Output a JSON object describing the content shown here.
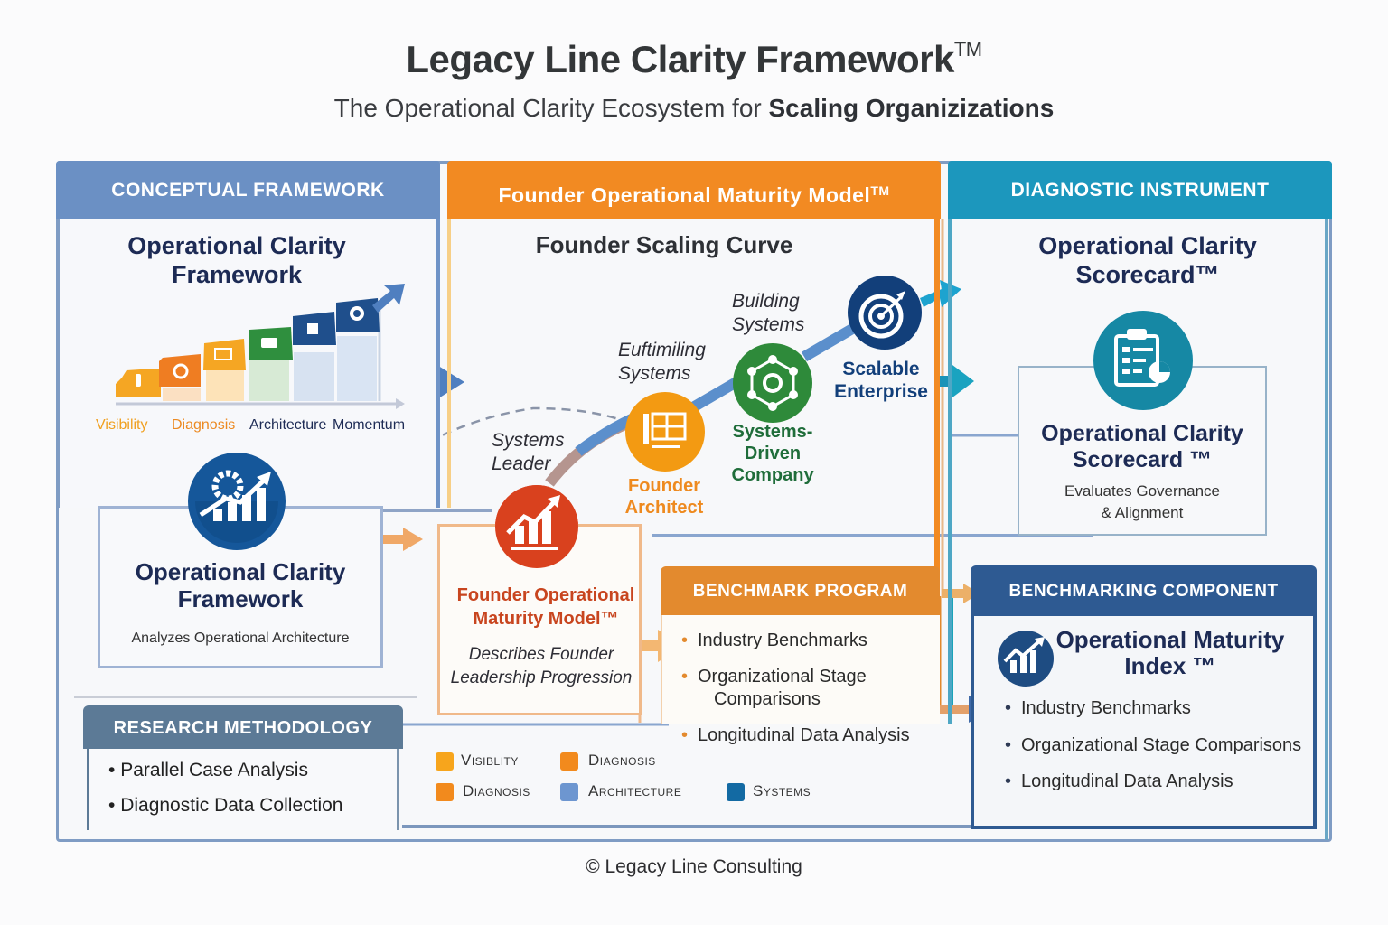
{
  "header": {
    "title": "Legacy Line Clarity Framework",
    "title_mark": "TM",
    "subtitle_plain": "The Operational Clarity Ecosystem for ",
    "subtitle_bold": "Scaling Organizizations"
  },
  "conceptual": {
    "heading": "CONCEPTUAL FRAMEWORK",
    "title_line1": "Operational Clarity",
    "title_line2": "Framework",
    "stairs": [
      {
        "label": "Visibility",
        "color": "#f5a623",
        "icon": "pencil-icon"
      },
      {
        "label": "Diagnosis",
        "color": "#ef7d22",
        "icon": "gear-icon"
      },
      {
        "label": "Architecture",
        "color": "#f5a623",
        "icon": "blueprint-icon"
      },
      {
        "label": "Momentum",
        "color": "#2f8f3e",
        "icon": "devices-icon"
      },
      {
        "label": "",
        "color": "#1f4f8c",
        "icon": "team-icon"
      },
      {
        "label": "",
        "color": "#1f4f8c",
        "icon": "head-icon"
      }
    ],
    "stair_label_colors": [
      "#f0a020",
      "#ec8a22",
      "#1d2b55",
      "#1d2b55"
    ],
    "box_title_line1": "Operational Clarity",
    "box_title_line2": "Framework",
    "box_description": "Analyzes Operational Architecture"
  },
  "research": {
    "heading": "RESEARCH METHODOLOGY",
    "items": [
      "Parallel Case Analysis",
      "Diagnostic Data Collection"
    ]
  },
  "maturity_model": {
    "heading": "Founder Operational Maturity Model",
    "heading_mark": "TM",
    "curve_title": "Founder Scaling Curve",
    "stages": [
      {
        "label_line1": "Systems",
        "label_line2": "Leader",
        "color": "#d9411e",
        "icon": "growth-chart-icon"
      },
      {
        "label_line1": "Euftimiling",
        "label_line2": "Systems",
        "color": "#f39a12",
        "icon": "blueprint-computer-icon"
      },
      {
        "label_line1": "Building",
        "label_line2": "Systems",
        "color": "#2e8a3a",
        "icon": "network-icon"
      },
      {
        "label_line1": "",
        "label_line2": "",
        "color": "#123f7a",
        "icon": "target-icon"
      }
    ],
    "node_labels": {
      "founder_architect": [
        "Founder",
        "Architect"
      ],
      "systems_driven": [
        "Systems-",
        "Driven",
        "Company"
      ],
      "scalable_enterprise": [
        "Scalable",
        "Enterprise"
      ]
    },
    "box_title_line1": "Founder Operational",
    "box_title_line2": "Maturity Model™",
    "box_desc_line1": "Describes Founder",
    "box_desc_line2": "Leadership Progression"
  },
  "benchmark_program": {
    "heading": "BENCHMARK PROGRAM",
    "items": [
      "Industry Benchmarks",
      "Organizational Stage",
      "Comparisons",
      "Longitudinal Data Analysis"
    ]
  },
  "legend": {
    "items": [
      {
        "label": "Visiblity",
        "color": "#f7a51c"
      },
      {
        "label": "Diagnosis",
        "color": "#f28a1d"
      },
      {
        "label": "Diagnosis",
        "color": "#f28a1d"
      },
      {
        "label": "Architecture",
        "color": "#6d96d0"
      },
      {
        "label": "Systems",
        "color": "#136aa3"
      }
    ]
  },
  "diagnostic": {
    "heading": "DIAGNOSTIC INSTRUMENT",
    "title_line1": "Operational Clarity",
    "title_line2": "Scorecard™",
    "box_title_line1": "Operational Clarity",
    "box_title_line2": "Scorecard ™",
    "box_desc_line1": "Evaluates Governance",
    "box_desc_line2": "& Alignment"
  },
  "benchmarking_component": {
    "heading": "BENCHMARKING COMPONENT",
    "title_line1": "Operational Maturity",
    "title_line2": "Index ™",
    "items": [
      "Industry Benchmarks",
      "Organizational Stage Comparisons",
      "Longitudinal Data Analysis"
    ]
  },
  "footer": {
    "text": "© Legacy Line Consulting"
  },
  "colors": {
    "conceptual": "#6b90c4",
    "maturity": "#f28a22",
    "diagnostic": "#1c97bd",
    "research": "#5c7a96",
    "benchmark_program": "#e38a2e",
    "benchmarking_component": "#2e5a92"
  }
}
